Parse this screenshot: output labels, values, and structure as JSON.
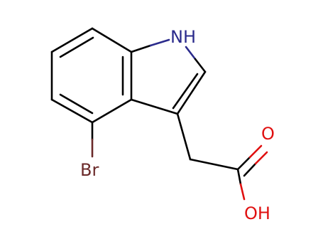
{
  "molecule": {
    "atoms": {
      "nitrogen": {
        "label": "NH",
        "color": "#2b2b8c"
      },
      "bromine": {
        "label": "Br",
        "color": "#6b2a2a"
      },
      "carbonyl_oxygen": {
        "label": "O",
        "color": "#e01010"
      },
      "hydroxyl": {
        "label": "OH",
        "color": "#e01010"
      }
    },
    "bond_color": "#000000"
  }
}
